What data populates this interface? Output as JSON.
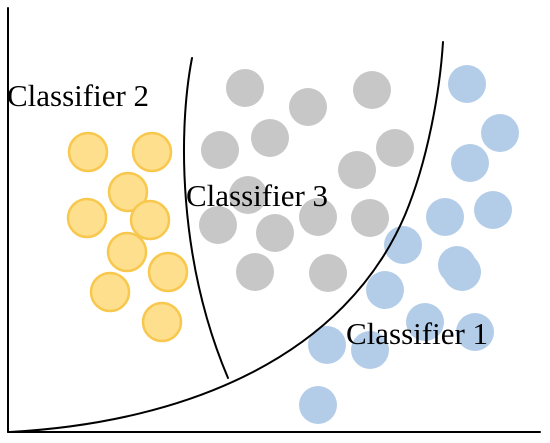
{
  "labels": {
    "classifier_1": "Classifier 1",
    "classifier_2": "Classifier 2",
    "classifier_3": "Classifier 3"
  },
  "colors": {
    "yellow_fill": "#fddf8e",
    "yellow_edge": "#f8c84e",
    "gray_fill": "#c7c7c7",
    "blue_fill": "#b3cde9"
  }
}
